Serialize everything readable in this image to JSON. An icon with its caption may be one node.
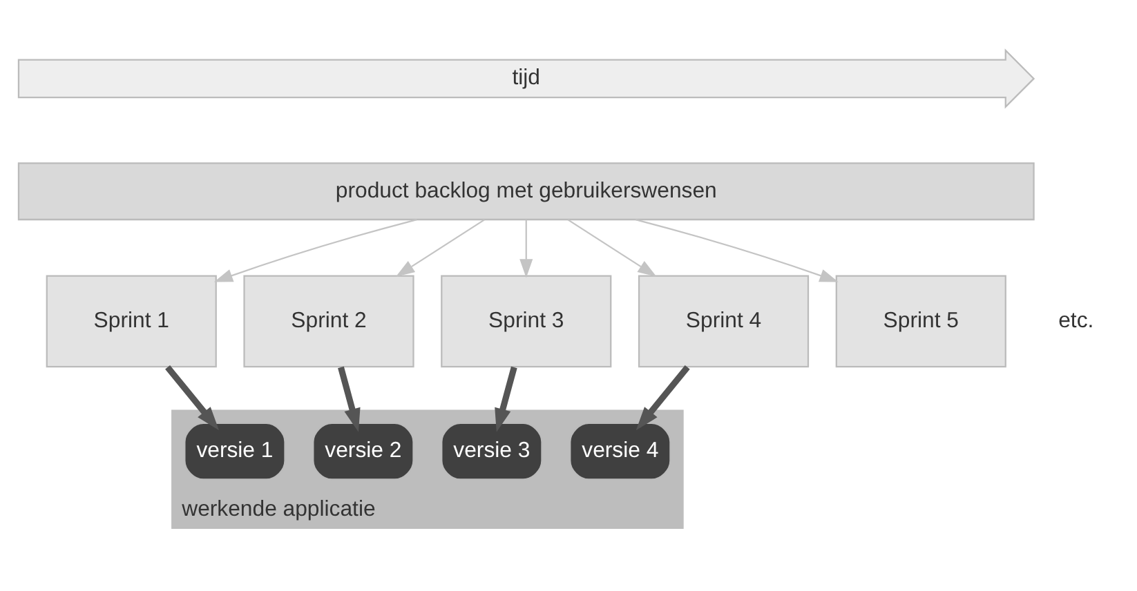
{
  "diagram": {
    "nodes": [
      {
        "text": [
          "tijd"
        ]
      },
      {
        "text": [
          "product backlog met gebruikerswensen"
        ]
      },
      {
        "text": [
          "Sprint 1"
        ]
      },
      {
        "text": [
          "Sprint 2"
        ]
      },
      {
        "text": [
          "Sprint 3"
        ]
      },
      {
        "text": [
          "Sprint 4"
        ]
      },
      {
        "text": [
          "Sprint 5"
        ]
      },
      {
        "text": [
          "werkende applicatie"
        ]
      },
      {
        "text": [
          "versie 1"
        ],
        "in": 7
      },
      {
        "text": [
          "versie 2"
        ],
        "in": 7
      },
      {
        "text": [
          "versie 3"
        ],
        "in": 7
      },
      {
        "text": [
          "versie 4"
        ],
        "in": 7
      }
    ],
    "edges": [
      {
        "from": 1,
        "to": 2,
        "arrow": "to"
      },
      {
        "from": 1,
        "to": 3,
        "arrow": "to"
      },
      {
        "from": 1,
        "to": 4,
        "arrow": "to"
      },
      {
        "from": 1,
        "to": 5,
        "arrow": "to"
      },
      {
        "from": 1,
        "to": 6,
        "arrow": "to"
      },
      {
        "from": 2,
        "to": 8,
        "arrow": "to",
        "style": "thick",
        "color": "#555555"
      },
      {
        "from": 3,
        "to": 9,
        "arrow": "to",
        "style": "thick",
        "color": "#555555"
      },
      {
        "from": 4,
        "to": 10,
        "arrow": "to",
        "style": "thick",
        "color": "#555555"
      },
      {
        "from": 5,
        "to": 11,
        "arrow": "to",
        "style": "thick",
        "color": "#555555"
      }
    ],
    "labels": [
      "etc."
    ]
  }
}
